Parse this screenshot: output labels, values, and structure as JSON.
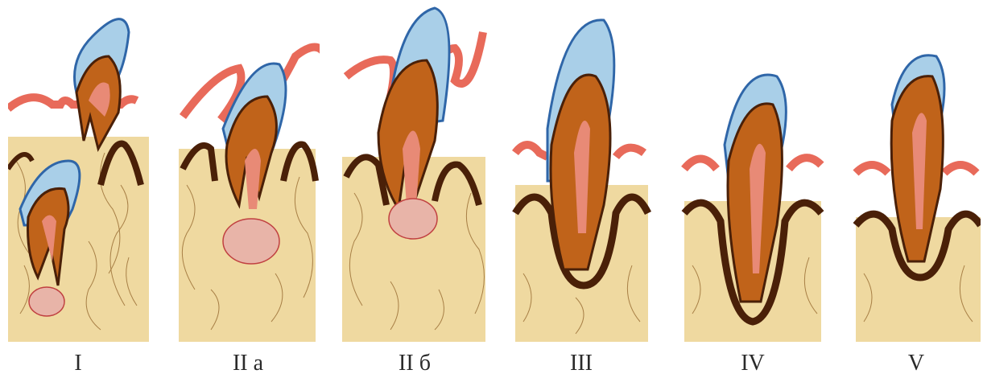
{
  "colors": {
    "enamel": "#a9cfe8",
    "enamel_edge": "#2f66a8",
    "dentin": "#c0631a",
    "dentin_edge": "#4a2008",
    "pulp": "#e88a76",
    "gum": "#e86a5a",
    "bone": "#efd9a0",
    "bone_fiber": "#8a5a20",
    "follicle": "#e8b4a8"
  },
  "stages": [
    {
      "label": "I"
    },
    {
      "label": "II а"
    },
    {
      "label": "II б"
    },
    {
      "label": "III"
    },
    {
      "label": "IV"
    },
    {
      "label": "V"
    }
  ]
}
